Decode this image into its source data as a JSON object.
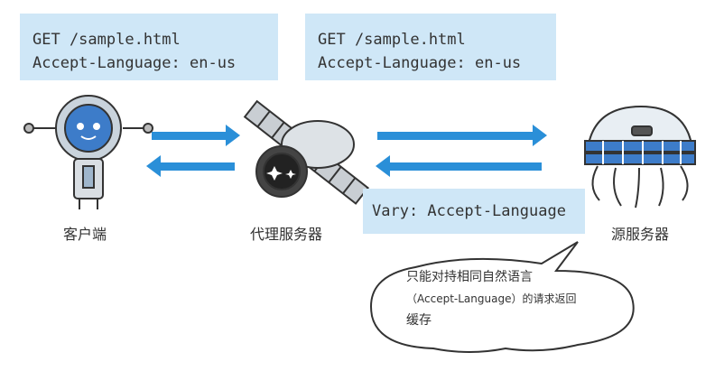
{
  "request_client": {
    "line1": "GET /sample.html",
    "line2": "Accept-Language: en-us"
  },
  "request_proxy": {
    "line1": "GET /sample.html",
    "line2": "Accept-Language: en-us"
  },
  "response_header": {
    "line1": "Vary: Accept-Language"
  },
  "labels": {
    "client": "客户端",
    "proxy": "代理服务器",
    "origin": "源服务器"
  },
  "note": {
    "line1": "只能对持相同自然语言",
    "line2": "（Accept-Language）的请求返回",
    "line3": "缓存"
  },
  "colors": {
    "box_bg": "#cfe7f7",
    "arrow": "#2a8fd8",
    "robot_blue": "#3d7cc9"
  },
  "icons": [
    "robot-client-icon",
    "proxy-satellite-icon",
    "origin-server-dome-icon"
  ]
}
